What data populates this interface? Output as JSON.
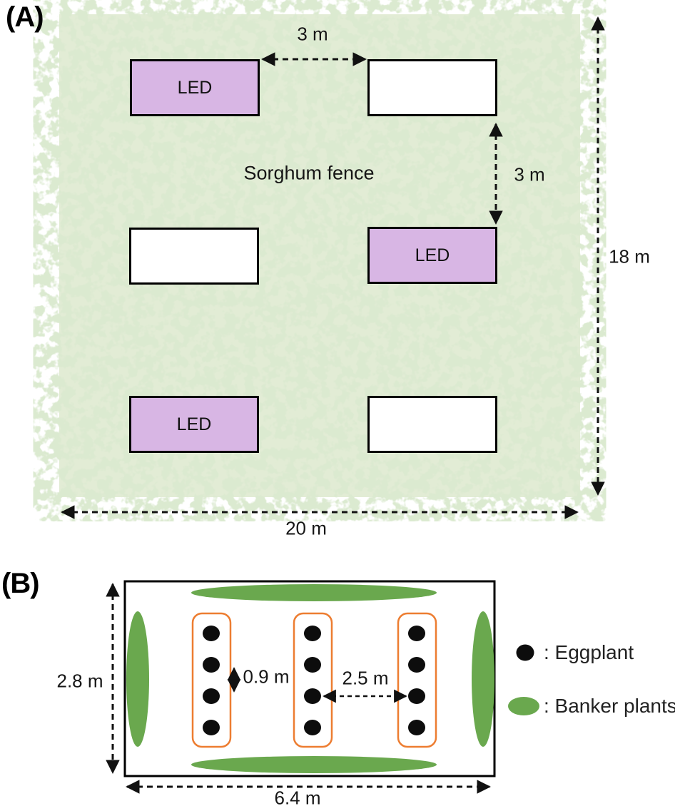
{
  "panel_a": {
    "label": "(A)",
    "field_caption": "Sorghum fence",
    "plots": [
      {
        "position": "top-left",
        "label": "LED",
        "filled": true
      },
      {
        "position": "top-right",
        "label": "",
        "filled": false
      },
      {
        "position": "middle-left",
        "label": "",
        "filled": false
      },
      {
        "position": "middle-right",
        "label": "LED",
        "filled": true
      },
      {
        "position": "bottom-left",
        "label": "LED",
        "filled": true
      },
      {
        "position": "bottom-right",
        "label": "",
        "filled": false
      }
    ],
    "dimensions": {
      "horizontal_gap": "3 m",
      "vertical_gap": "3 m",
      "field_height": "18 m",
      "field_width": "20 m"
    },
    "colors": {
      "led_fill": "#d8b6e4",
      "field_base": "#e2ecd5",
      "field_mottle": "#b5d1a1",
      "outline": "#000000"
    }
  },
  "panel_b": {
    "label": "(B)",
    "rows": 3,
    "plants_per_row": 4,
    "dimensions": {
      "plot_height": "2.8 m",
      "plot_width": "6.4 m",
      "plant_spacing": "0.9 m",
      "row_spacing": "2.5 m"
    },
    "legend": [
      {
        "symbol": "black-dot",
        "label": ": Eggplant"
      },
      {
        "symbol": "green-ellipse",
        "label": ": Banker plants"
      }
    ],
    "colors": {
      "banker_green": "#6aa84e",
      "row_outline": "#ed7d31",
      "eggplant": "#0d0d0d"
    }
  }
}
